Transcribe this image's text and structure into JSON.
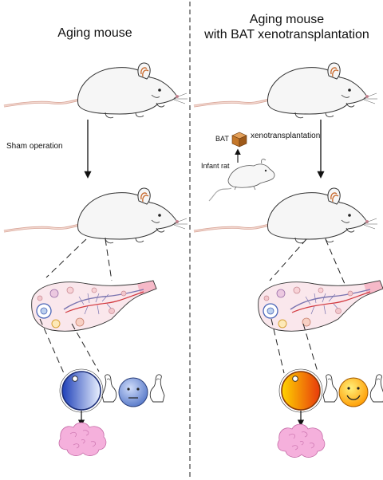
{
  "left_panel": {
    "title": "Aging mouse",
    "arrow_label": "Sham operation"
  },
  "right_panel": {
    "title_line1": "Aging mouse",
    "title_line2": "with BAT xenotransplantation",
    "bat_label": "BAT",
    "xeno_label": "xenotransplantation",
    "infant_label": "Infant rat"
  },
  "colors": {
    "oocyte_left_gradient": [
      "#1e40b8",
      "#eaf1ff"
    ],
    "oocyte_right_gradient": [
      "#ffd400",
      "#e83a0c"
    ],
    "face_left": "#6f90d8",
    "face_right": "#ffb400",
    "bat_cube": "#c5782a",
    "tissue": "#f2a6d8",
    "mouse_body": "#f6f6f6"
  },
  "icons": [
    "mouse-icon",
    "rat-icon",
    "ovary-icon",
    "oocyte-icon",
    "neutral-face-icon",
    "smiley-face-icon",
    "flexed-arm-icon",
    "cube-icon",
    "tissue-icon"
  ]
}
